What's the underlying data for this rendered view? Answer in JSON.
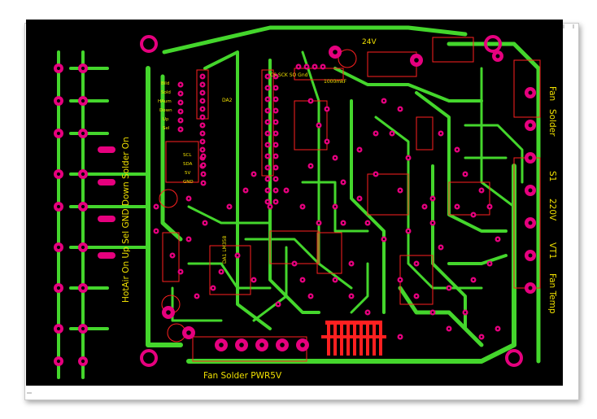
{
  "colors": {
    "board": "#000000",
    "copper": "#44d62c",
    "pad": "#e6007e",
    "silk": "#f0e000",
    "outline": "#ff2020"
  },
  "labels": {
    "left_rail": "HotAir On  Up   Sel  GND Down Solder On",
    "right_fan": "Fan",
    "right_solder": "Solder",
    "right_s1": "S1",
    "right_220v": "220V",
    "right_vt1": "VT1",
    "right_fantemp": "Fan Temp",
    "bottom": "Fan   Solder  PWR5V",
    "v24": "24V",
    "cap": "1000mkF",
    "da1": "DA1 LM358",
    "da2": "DA2",
    "lcd_a": "Bild",
    "lcd_b": "Sold",
    "lcd_c": "HAum",
    "lcd_d": "Down",
    "lcd_e": "Up",
    "lcd_f": "Sel",
    "i2c_scl": "SCL",
    "i2c_sda": "SDA",
    "i2c_5v": "5V",
    "i2c_gnd": "GND",
    "spi": "CS SCK SO Gnd"
  }
}
